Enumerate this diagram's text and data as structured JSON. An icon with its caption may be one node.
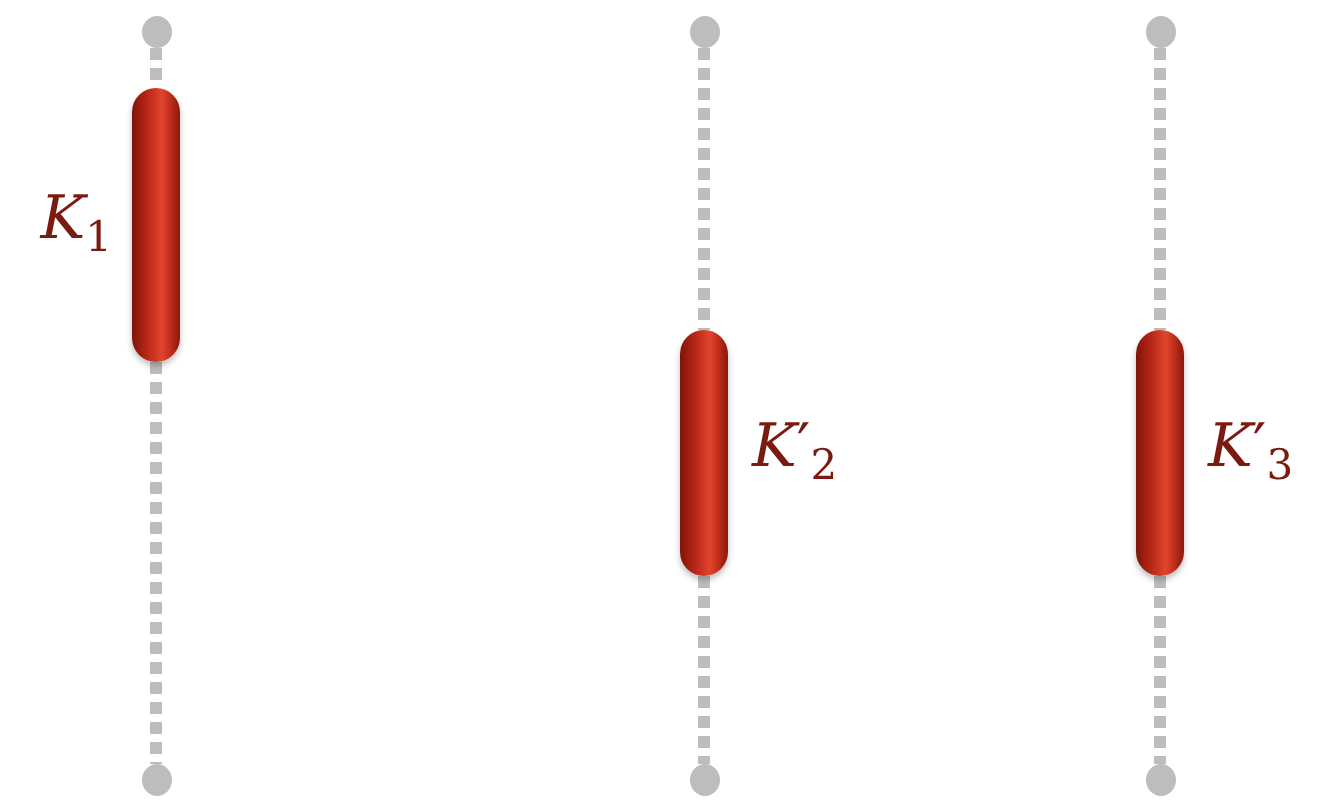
{
  "diagram": {
    "nodes": [
      {
        "text": [],
        "shape": "circle"
      },
      {
        "text": [],
        "shape": "bar",
        "beside": [
          "*K*$_{1}$"
        ]
      },
      {
        "text": [],
        "shape": "circle"
      },
      {
        "text": [],
        "shape": "circle"
      },
      {
        "text": [],
        "shape": "bar",
        "beside": [
          "*K*′$_{2}$"
        ]
      },
      {
        "text": [],
        "shape": "circle"
      },
      {
        "text": [],
        "shape": "circle"
      },
      {
        "text": [],
        "shape": "bar",
        "beside": [
          "*K*′$_{3}$"
        ]
      },
      {
        "text": [],
        "shape": "circle"
      }
    ],
    "edges": [
      {
        "from": 0,
        "to": 1,
        "arrow": "none",
        "style": "dashed"
      },
      {
        "from": 1,
        "to": 2,
        "arrow": "none",
        "style": "dashed"
      },
      {
        "from": 3,
        "to": 4,
        "arrow": "none",
        "style": "dashed"
      },
      {
        "from": 4,
        "to": 5,
        "arrow": "none",
        "style": "dashed"
      },
      {
        "from": 6,
        "to": 7,
        "arrow": "none",
        "style": "dashed"
      },
      {
        "from": 7,
        "to": 8,
        "arrow": "none",
        "style": "dashed"
      }
    ]
  }
}
